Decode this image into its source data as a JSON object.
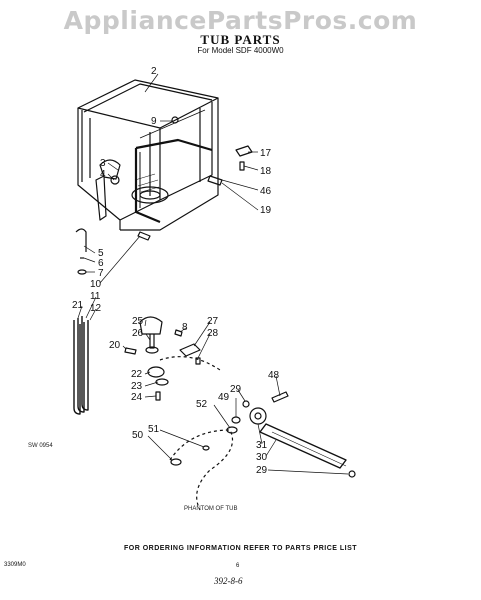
{
  "watermark": "AppliancePartsPros.com",
  "title": "TUB PARTS",
  "subtitle": "For Model SDF 4000W0",
  "diagram_code": "SW 0954",
  "phantom_label": "PHANTOM OF TUB",
  "footer": "FOR ORDERING INFORMATION REFER TO PARTS PRICE LIST",
  "bottom_code": "3309M0",
  "page_number": "6",
  "handwritten": "392-8-6",
  "callouts": {
    "c2": "2",
    "c9": "9",
    "c17": "17",
    "c18": "18",
    "c46": "46",
    "c19": "19",
    "c3": "3",
    "c4": "4",
    "c5": "5",
    "c6": "6",
    "c7": "7",
    "c10": "10",
    "c11": "11",
    "c12": "12",
    "c21": "21",
    "c25": "25",
    "c26": "26",
    "c8": "8",
    "c27": "27",
    "c28": "28",
    "c20": "20",
    "c22": "22",
    "c23": "23",
    "c24": "24",
    "c48": "48",
    "c29a": "29",
    "c49": "49",
    "c52": "52",
    "c51": "51",
    "c50": "50",
    "c31": "31",
    "c30": "30",
    "c29b": "29"
  }
}
